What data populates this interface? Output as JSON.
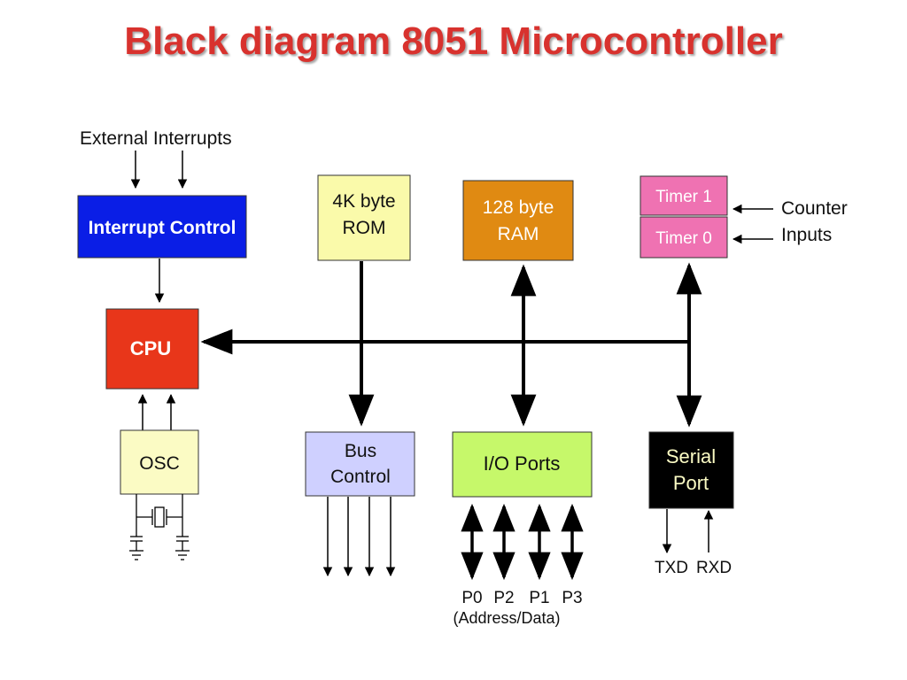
{
  "title": "Black diagram 8051 Microcontroller",
  "colors": {
    "title": "#d8322e",
    "interrupt": "#0a1ee6",
    "cpu": "#e8361a",
    "rom": "#fafaaa",
    "ram": "#e08a12",
    "timer": "#ef72b2",
    "osc": "#fbfbc4",
    "bus": "#cfd0ff",
    "io": "#c6f86a",
    "serial": "#000000"
  },
  "labels": {
    "external_interrupts": "External Interrupts",
    "interrupt_control": "Interrupt Control",
    "cpu": "CPU",
    "rom_line1": "4K byte",
    "rom_line2": "ROM",
    "ram_line1": "128 byte",
    "ram_line2": "RAM",
    "timer1": "Timer 1",
    "timer0": "Timer 0",
    "counter_line1": "Counter",
    "counter_line2": "Inputs",
    "osc": "OSC",
    "bus_line1": "Bus",
    "bus_line2": "Control",
    "io_ports": "I/O Ports",
    "serial_line1": "Serial",
    "serial_line2": "Port",
    "txd": "TXD",
    "rxd": "RXD",
    "p0": "P0",
    "p2": "P2",
    "p1": "P1",
    "p3": "P3",
    "address_data": "(Address/Data)"
  }
}
